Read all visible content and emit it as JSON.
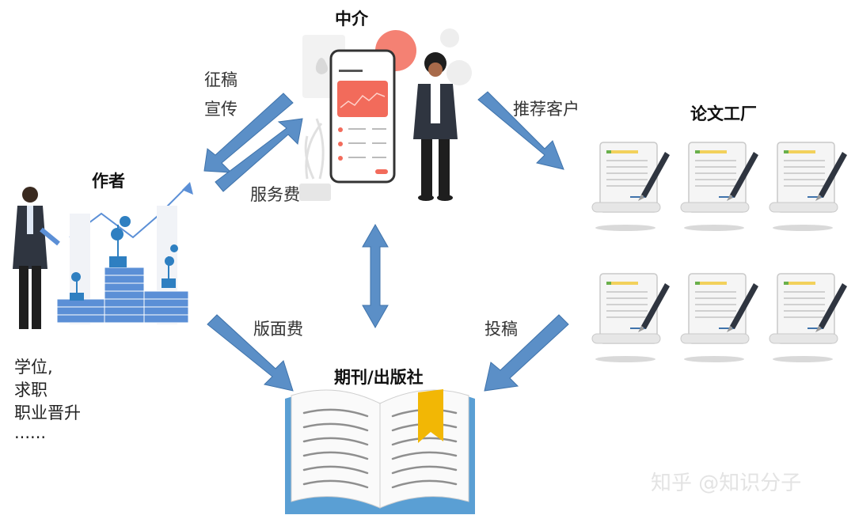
{
  "nodes": {
    "intermediary": "中介",
    "author": "作者",
    "paper_factory": "论文工厂",
    "journal": "期刊/出版社"
  },
  "flows": {
    "solicit": "征稿",
    "promote": "宣传",
    "service_fee": "服务费",
    "recommend_clients": "推荐客户",
    "page_fee": "版面费",
    "submit": "投稿"
  },
  "author_goals": [
    "学位,",
    "求职",
    "职业晋升",
    "......"
  ],
  "watermark": "知乎 @知识分子",
  "colors": {
    "arrow": "#5b8fc7",
    "arrow_stroke": "#3f73ab",
    "phone_accent": "#f26b5b",
    "bookmark": "#f2b705",
    "book_cover": "#5a9fd4",
    "money": "#5b8fd6",
    "plant": "#2e7fc1",
    "doc_stripe": "#f2d15c"
  }
}
